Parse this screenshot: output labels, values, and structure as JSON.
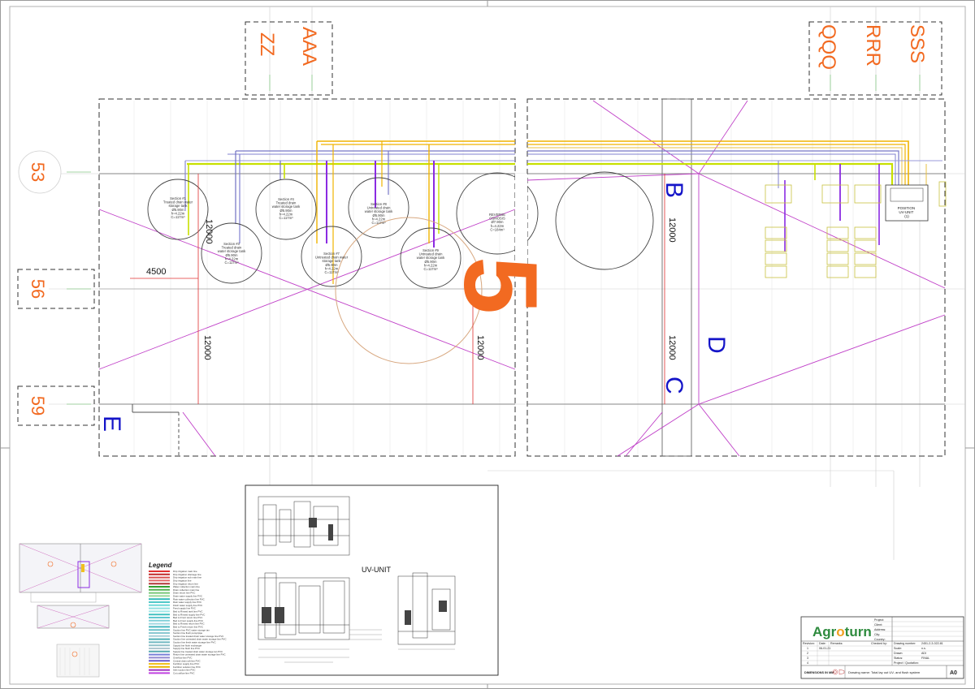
{
  "grid_labels": {
    "columns_left": [
      "ZZ",
      "AAA"
    ],
    "columns_right": [
      "QQQ",
      "RRR",
      "SSS"
    ],
    "rows": [
      "53",
      "56",
      "59"
    ]
  },
  "axis_letters": [
    "B",
    "D",
    "C",
    "E"
  ],
  "area_number": "5",
  "dimensions": [
    "12000",
    "4500",
    "12000",
    "12000",
    "12000",
    "12000"
  ],
  "tanks": [
    {
      "id": "t1",
      "lines": [
        "Section #1",
        "Treated drain water",
        "storage tank",
        "Ø5.90m",
        "h=4.22m",
        "C=117m³"
      ]
    },
    {
      "id": "t3",
      "lines": [
        "Section #3",
        "Treated drain",
        "water storage tank",
        "Ø5.90m",
        "h=4.22m",
        "C=117m³"
      ]
    },
    {
      "id": "t4",
      "lines": [
        "Section #4",
        "Treated drain",
        "water storage tank",
        "Ø5.90m",
        "h=4.22m",
        "C=117m³"
      ]
    },
    {
      "id": "t7",
      "lines": [
        "Section #7",
        "Untreated drain water",
        "storage tank",
        "Ø5.90m",
        "h=4.22m",
        "C=117m³"
      ]
    },
    {
      "id": "t8",
      "lines": [
        "Section #8",
        "Untreated drain",
        "water storage tank",
        "Ø5.90m",
        "h=4.22m",
        "C=117m³"
      ]
    },
    {
      "id": "t9",
      "lines": [
        "Section #9",
        "Untreated drain",
        "water storage tank",
        "Ø5.90m",
        "h=4.22m",
        "C=117m³"
      ]
    },
    {
      "id": "ro",
      "lines": [
        "REVERSE",
        "OSMOSIS",
        "Ø7.90m",
        "h=4.22m",
        "C=184m³"
      ]
    }
  ],
  "position_box": [
    "POSITION",
    "UV-UNIT",
    "(1)"
  ],
  "uv_unit_title": "UV-UNIT",
  "legend": {
    "title": "Legend",
    "items": [
      {
        "label": "Drip irrigation main line",
        "color": "#e03030"
      },
      {
        "label": "Drip irrigation drainage line",
        "color": "#c02828"
      },
      {
        "label": "Drip irrigation sub main line",
        "color": "#d85050"
      },
      {
        "label": "Drip irrigation line",
        "color": "#e06868"
      },
      {
        "label": "Drip irrigation return line",
        "color": "#b03838"
      },
      {
        "label": "Water collection main line",
        "color": "#30a030"
      },
      {
        "label": "Drain collection main line",
        "color": "#50b050"
      },
      {
        "label": "Drain return line PVC",
        "color": "#78c878"
      },
      {
        "label": "Drain water supply line PVC",
        "color": "#98d898"
      },
      {
        "label": "Rain water collection line PVC",
        "color": "#30b8b8"
      },
      {
        "label": "Rain water supply line PVC",
        "color": "#50c8c8"
      },
      {
        "label": "Flush water supply line PVC",
        "color": "#70d8d8"
      },
      {
        "label": "Feed supply line PVC",
        "color": "#90e0e0"
      },
      {
        "label": "Bed to Rinsed tank line PVC",
        "color": "#a0e8e8"
      },
      {
        "label": "Bed to Rinsed supply line PVC",
        "color": "#40c0c0"
      },
      {
        "label": "Bed to Front return line PVC",
        "color": "#60c8d0"
      },
      {
        "label": "Bed to Front supply line PVC",
        "color": "#80d0d8"
      },
      {
        "label": "Bed to Rinsed return line PVC",
        "color": "#a0d8e0"
      },
      {
        "label": "Bed to Fresh return line PVC",
        "color": "#48b8c0"
      },
      {
        "label": "Suction line PVC water storage tan",
        "color": "#68c0c8"
      },
      {
        "label": "Suction line flush pump/pipe",
        "color": "#88c8d0"
      },
      {
        "label": "Suction line treated drain water storage line PVC",
        "color": "#a8d0d8"
      },
      {
        "label": "Suction line untreated drain water storage line PVC",
        "color": "#50b0b8"
      },
      {
        "label": "Suction line fresh water storage line PVC",
        "color": "#70b8c0"
      },
      {
        "label": "Supply line flush exchanger",
        "color": "#90c0c8"
      },
      {
        "label": "Supply line flush line PVC",
        "color": "#b0c8d0"
      },
      {
        "label": "Supply line treated drain water storage tan PVC",
        "color": "#58a8b0"
      },
      {
        "label": "Return line untreated drain water storage line PVC",
        "color": "#7880d8"
      },
      {
        "label": "Overflow line PVC",
        "color": "#9088d0"
      },
      {
        "label": "Central drain raft line PVC",
        "color": "#6a5acd"
      },
      {
        "label": "Fertilizer supply line PVC",
        "color": "#f0c020"
      },
      {
        "label": "Fertilizer solution line PVC",
        "color": "#e8b000"
      },
      {
        "label": "Inlet suction line PVC",
        "color": "#a030c0"
      },
      {
        "label": "Cut outflow line PVC",
        "color": "#c040e0"
      }
    ]
  },
  "title_block": {
    "logo_prefix": "Agr",
    "logo_suffix": "turn",
    "fields": {
      "project": "Project:",
      "client": "Client:",
      "address": "Address:",
      "city": "City:",
      "country": "Country:",
      "checked_by": "Checked by:",
      "drawing_number_label": "Drawing number:",
      "drawing_number": "2451-2-3-022-81",
      "scale_label": "Scale:",
      "scale": "n.s.",
      "drawn_label": "Drawn:",
      "drawn": "ADI",
      "status_label": "Status:",
      "status": "FINAL",
      "project_quotation": "Project / Quotation:"
    },
    "revision_headers": [
      "Revision:",
      "Date:",
      "Remarks:"
    ],
    "revisions": [
      {
        "rev": "1",
        "date": "06-01-21"
      },
      {
        "rev": "2",
        "date": ""
      },
      {
        "rev": "3",
        "date": ""
      },
      {
        "rev": "4",
        "date": ""
      }
    ],
    "dimensions_note": "DIMENSIONS IN MM",
    "drawing_name": "Drawing name: Total lay out UV- and flush system",
    "sheet_size": "A0"
  }
}
